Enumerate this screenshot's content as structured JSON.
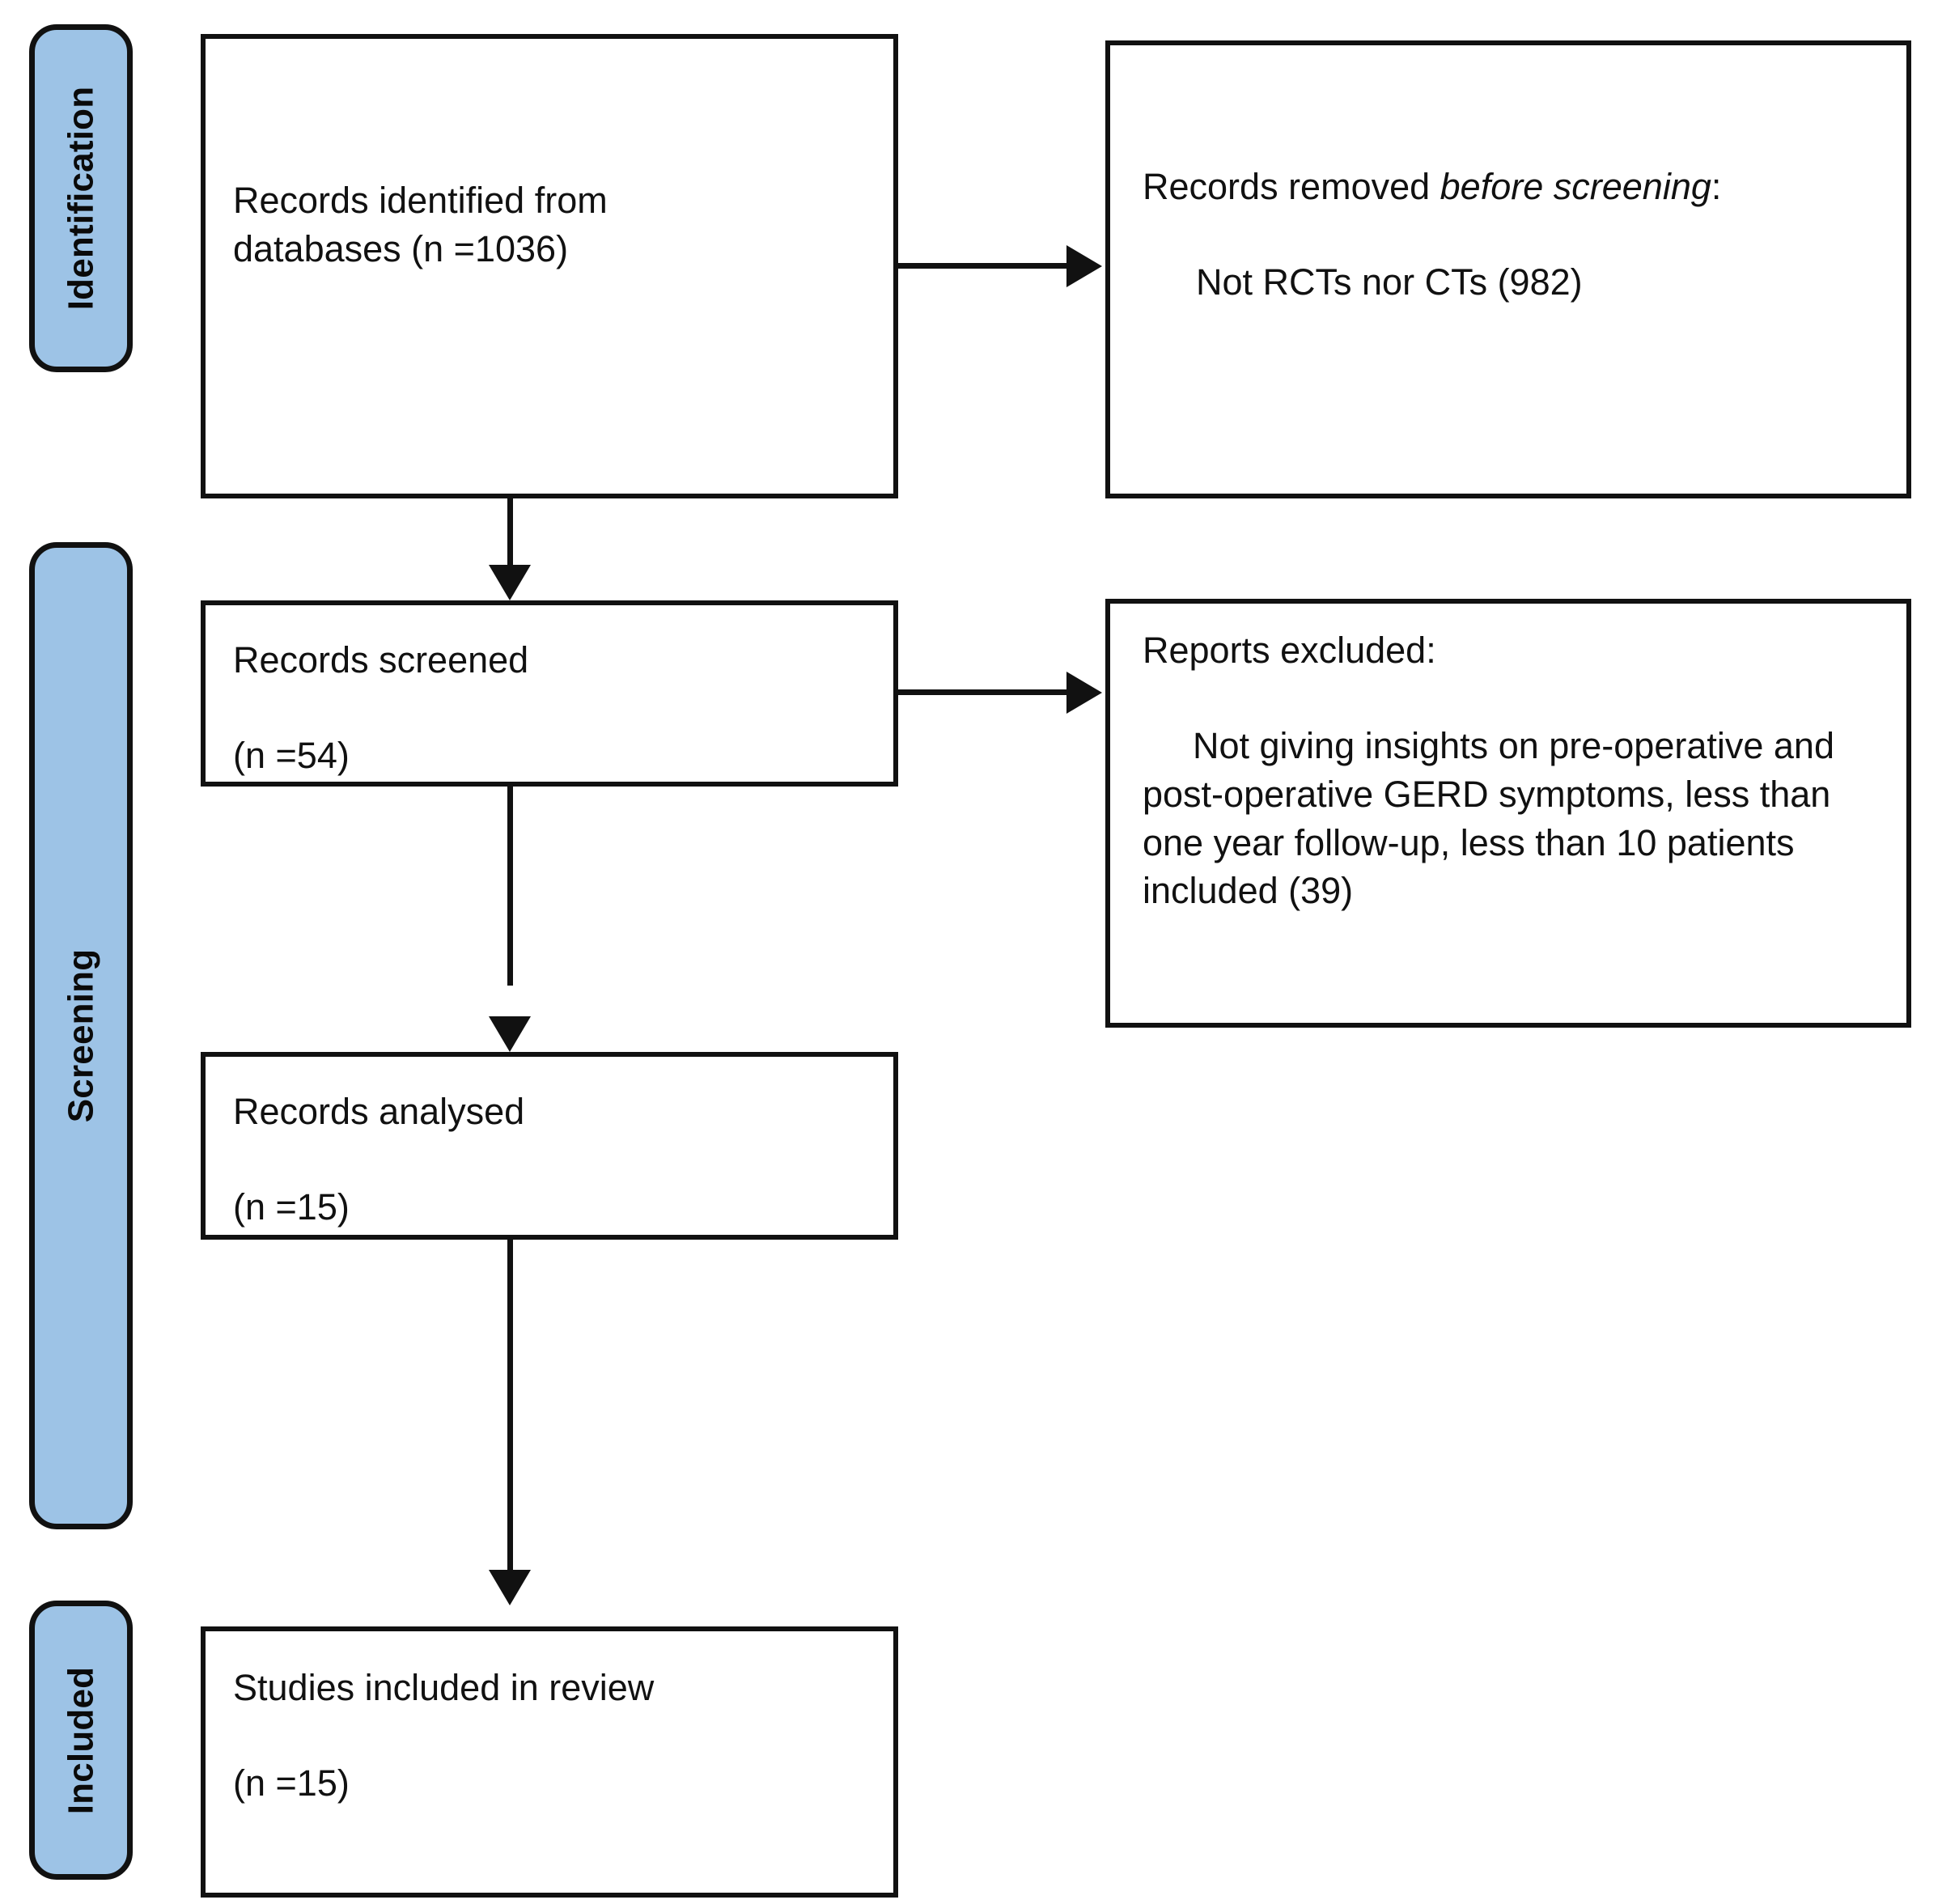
{
  "diagram": {
    "type": "PRISMA flow diagram",
    "stages": [
      {
        "key": "identification",
        "label": "Identification"
      },
      {
        "key": "screening",
        "label": "Screening"
      },
      {
        "key": "included",
        "label": "Included"
      }
    ],
    "boxes": {
      "records_identified": {
        "line1": "Records identified from",
        "line2": "databases (n =1036)"
      },
      "records_removed": {
        "heading_prefix": "Records removed ",
        "heading_italic": "before screening",
        "heading_suffix": ":",
        "item1": "Not RCTs nor CTs (982)"
      },
      "records_screened": {
        "line1": "Records screened",
        "line2": "(n =54)"
      },
      "reports_excluded": {
        "heading": "Reports excluded:",
        "item1": "Not giving insights on pre-operative and post-operative GERD symptoms, less than one year follow-up, less than 10 patients included (39)"
      },
      "records_analysed": {
        "line1": "Records analysed",
        "line2": "(n =15)"
      },
      "studies_included": {
        "line1": "Studies included in review",
        "line2": "(n =15)"
      }
    },
    "colors": {
      "stage_fill": "#9DC3E6",
      "stroke": "#111111",
      "box_fill": "#FFFFFF"
    }
  }
}
